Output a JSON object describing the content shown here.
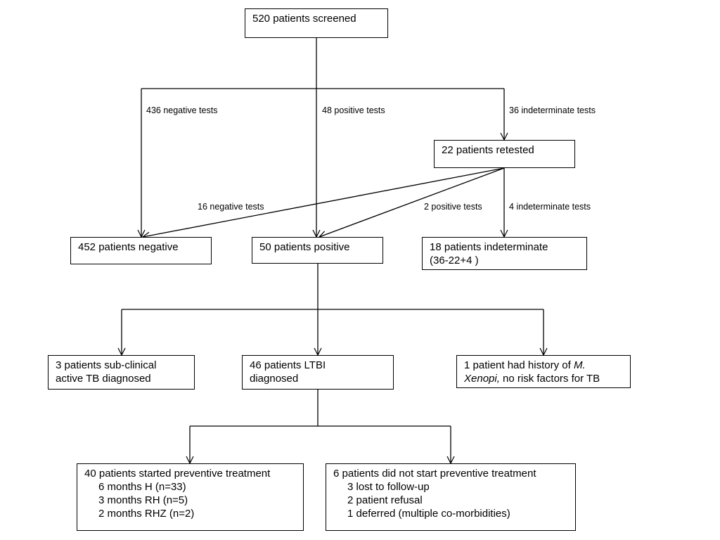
{
  "nodes": {
    "screened": {
      "text": "520 patients screened"
    },
    "retested": {
      "text": "22 patients retested"
    },
    "negative": {
      "text": "452  patients negative"
    },
    "positive": {
      "text": "50 patients positive"
    },
    "indeterminate": {
      "line1": "18 patients indeterminate",
      "line2": "(36-22+4 )"
    },
    "subclinical": {
      "line1": "3 patients sub-clinical",
      "line2": "active TB diagnosed"
    },
    "ltbi": {
      "line1": "46 patients LTBI",
      "line2": "diagnosed"
    },
    "xenopi": {
      "line1_prefix": "1 patient had history of ",
      "line1_italic": "M.",
      "line2_italic": "Xenopi,",
      "line2_suffix": " no risk factors for TB"
    },
    "started": {
      "title": "40 patients started preventive treatment",
      "items": [
        "6 months H (n=33)",
        "3 months RH (n=5)",
        "2 months RHZ (n=2)"
      ]
    },
    "not_started": {
      "title": "6 patients did not start preventive treatment",
      "items": [
        "3 lost to follow-up",
        "2 patient refusal",
        "1 deferred (multiple co-morbidities)"
      ]
    }
  },
  "edges": {
    "neg_tests": "436 negative tests",
    "pos_tests": "48 positive tests",
    "indet_tests": "36 indeterminate tests",
    "retest_neg": "16 negative tests",
    "retest_pos": "2 positive  tests",
    "retest_indet": "4 indeterminate tests"
  },
  "colors": {
    "line": "#000000",
    "box_border": "#000000",
    "background": "#ffffff"
  }
}
